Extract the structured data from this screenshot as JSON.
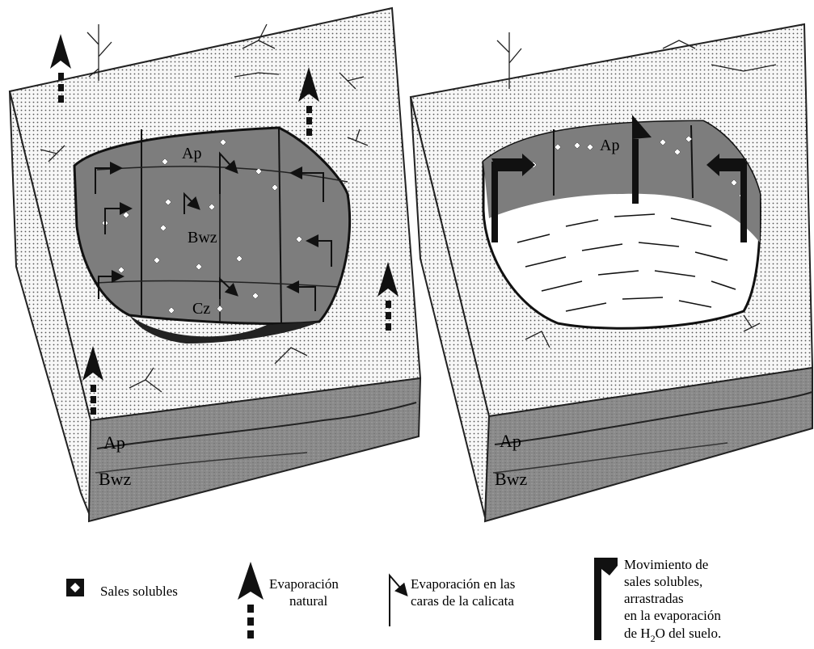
{
  "left_block": {
    "pit_labels": {
      "ap": "Ap",
      "bwz": "Bwz",
      "cz": "Cz"
    },
    "front_labels": {
      "ap": "Ap",
      "bwz": "Bwz"
    }
  },
  "right_block": {
    "pit_labels": {
      "ap": "Ap"
    },
    "front_labels": {
      "ap": "Ap",
      "bwz": "Bwz"
    }
  },
  "legend": {
    "salts": "Sales solubles",
    "natural_evap_line1": "Evaporación",
    "natural_evap_line2": "natural",
    "face_evap_line1": "Evaporación en las",
    "face_evap_line2": "caras de la calicata",
    "movement_line1": "Movimiento de",
    "movement_line2": "sales solubles,",
    "movement_line3": "arrastradas",
    "movement_line4": "en la evaporación",
    "movement_line5_prefix": "de H",
    "movement_line5_sub": "2",
    "movement_line5_suffix": "O del suelo."
  },
  "colors": {
    "ink": "#111111",
    "soil_dots": "#f2f2f2",
    "pit_gray": "#7d7d7d",
    "front_gray": "#8a8a8a",
    "salt_white": "#ffffff"
  }
}
